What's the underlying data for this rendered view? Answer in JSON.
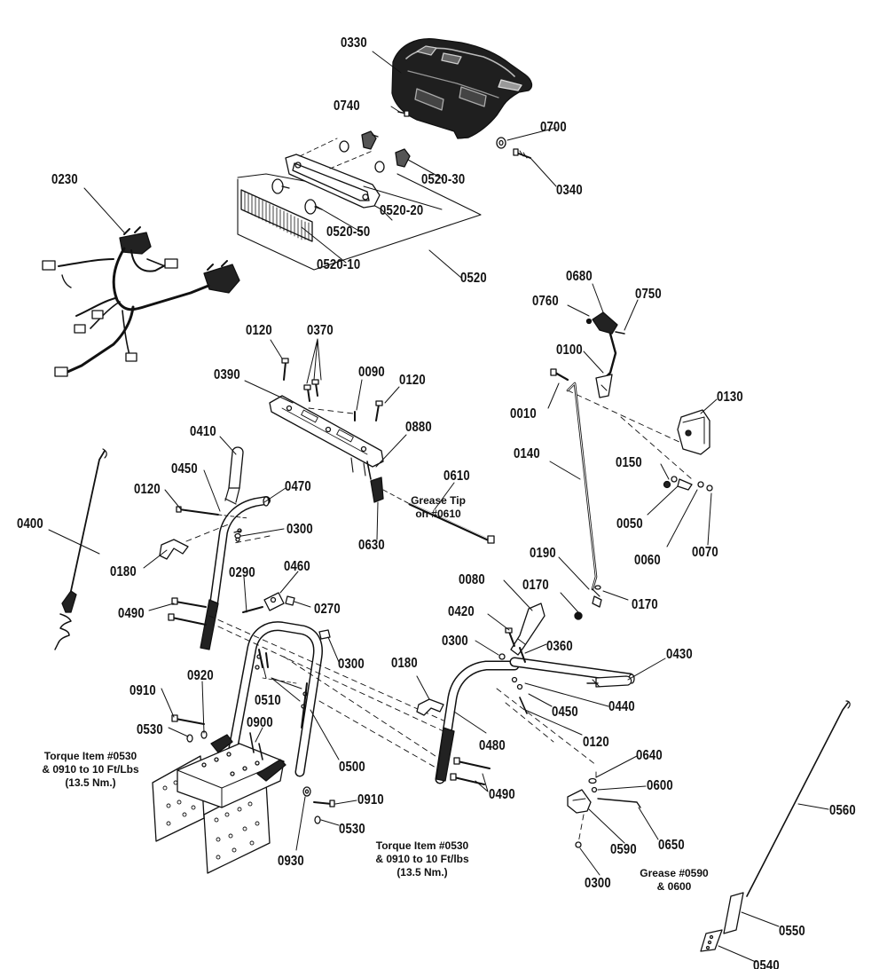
{
  "diagram": {
    "callouts": {
      "p0330": "0330",
      "p0740": "0740",
      "p0700": "0700",
      "p0340": "0340",
      "p0230": "0230",
      "p0520_30": "0520-30",
      "p0520_20": "0520-20",
      "p0520_50": "0520-50",
      "p0520_10": "0520-10",
      "p0520": "0520",
      "p0680": "0680",
      "p0760": "0760",
      "p0750": "0750",
      "p0120_a": "0120",
      "p0370": "0370",
      "p0390": "0390",
      "p0090": "0090",
      "p0120_b": "0120",
      "p0100": "0100",
      "p0010": "0010",
      "p0130": "0130",
      "p0880": "0880",
      "p0410": "0410",
      "p0140": "0140",
      "p0150": "0150",
      "p0450_a": "0450",
      "p0470": "0470",
      "p0120_c": "0120",
      "p0610": "0610",
      "p0050": "0050",
      "p0400": "0400",
      "p0300_a": "0300",
      "p0060": "0060",
      "p0070": "0070",
      "p0180_a": "0180",
      "p0630": "0630",
      "p0190": "0190",
      "p0460": "0460",
      "p0290": "0290",
      "p0170_a": "0170",
      "p0080": "0080",
      "p0170_b": "0170",
      "p0270": "0270",
      "p0490_a": "0490",
      "p0420": "0420",
      "p0300_b": "0300",
      "p0360": "0360",
      "p0430": "0430",
      "p0300_c": "0300",
      "p0180_b": "0180",
      "p0920": "0920",
      "p0510": "0510",
      "p0440": "0440",
      "p0450_b": "0450",
      "p0910_a": "0910",
      "p0900": "0900",
      "p0120_d": "0120",
      "p0530_a": "0530",
      "p0480": "0480",
      "p0640": "0640",
      "p0500": "0500",
      "p0600": "0600",
      "p0490_b": "0490",
      "p0910_b": "0910",
      "p0560": "0560",
      "p0530_b": "0530",
      "p0650": "0650",
      "p0590": "0590",
      "p0930": "0930",
      "p0300_d": "0300",
      "p0550": "0550",
      "p0540": "0540"
    },
    "notes": {
      "grease_tip": [
        "Grease Tip",
        "on #0610"
      ],
      "torque_left": [
        "Torque Item #0530",
        "& 0910 to 10 Ft/Lbs",
        "(13.5 Nm.)"
      ],
      "torque_right": [
        "Torque Item #0530",
        "& 0910 to 10 Ft/lbs",
        "(13.5 Nm.)"
      ],
      "grease_right": [
        "Grease #0590",
        "& 0600"
      ]
    }
  }
}
